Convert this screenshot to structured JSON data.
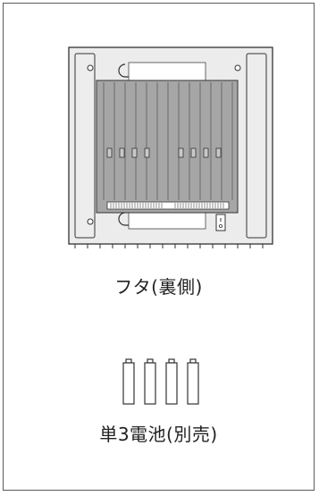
{
  "items": [
    {
      "caption": "フタ(裏側)",
      "icon": "cover-back-illustration"
    },
    {
      "caption": "単3電池(別売)",
      "icon": "aa-battery-icon",
      "count": 4
    }
  ],
  "colors": {
    "frame": "#5a5a5a",
    "lid_body": "#ececec",
    "lid_panel": "#a6a6a6",
    "battery": "#ffffff"
  }
}
